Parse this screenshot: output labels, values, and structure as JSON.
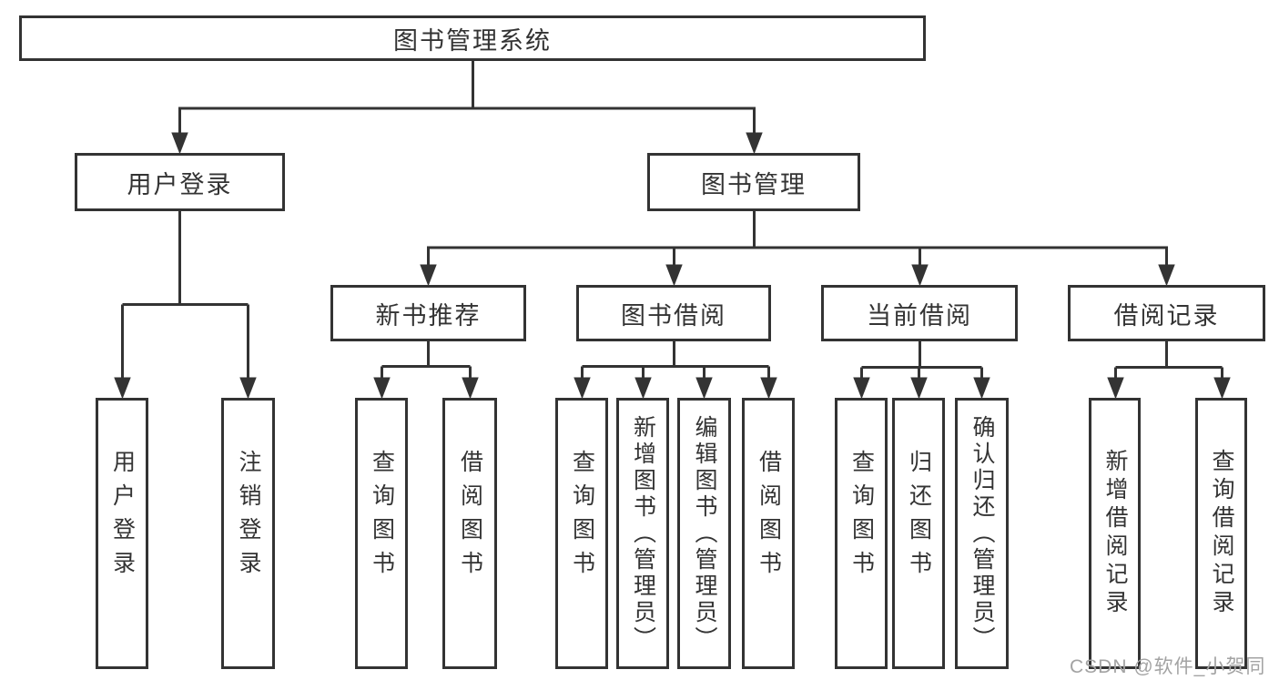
{
  "root": {
    "label": "图书管理系统"
  },
  "branches": [
    {
      "label": "用户登录",
      "children": [
        "用户登录",
        "注销登录"
      ]
    },
    {
      "label": "图书管理",
      "sections": [
        {
          "label": "新书推荐",
          "children": [
            "查询图书",
            "借阅图书"
          ]
        },
        {
          "label": "图书借阅",
          "children": [
            "查询图书",
            "新增图书（管理员）",
            "编辑图书（管理员）",
            "借阅图书"
          ]
        },
        {
          "label": "当前借阅",
          "children": [
            "查询图书",
            "归还图书",
            "确认归还（管理员）"
          ]
        },
        {
          "label": "借阅记录",
          "children": [
            "新增借阅记录",
            "查询借阅记录"
          ]
        }
      ]
    }
  ],
  "watermark": "CSDN @软件_小贺同学",
  "colors": {
    "line": "#333333",
    "text": "#333333",
    "background": "#ffffff",
    "watermark": "#a3a3a3"
  }
}
